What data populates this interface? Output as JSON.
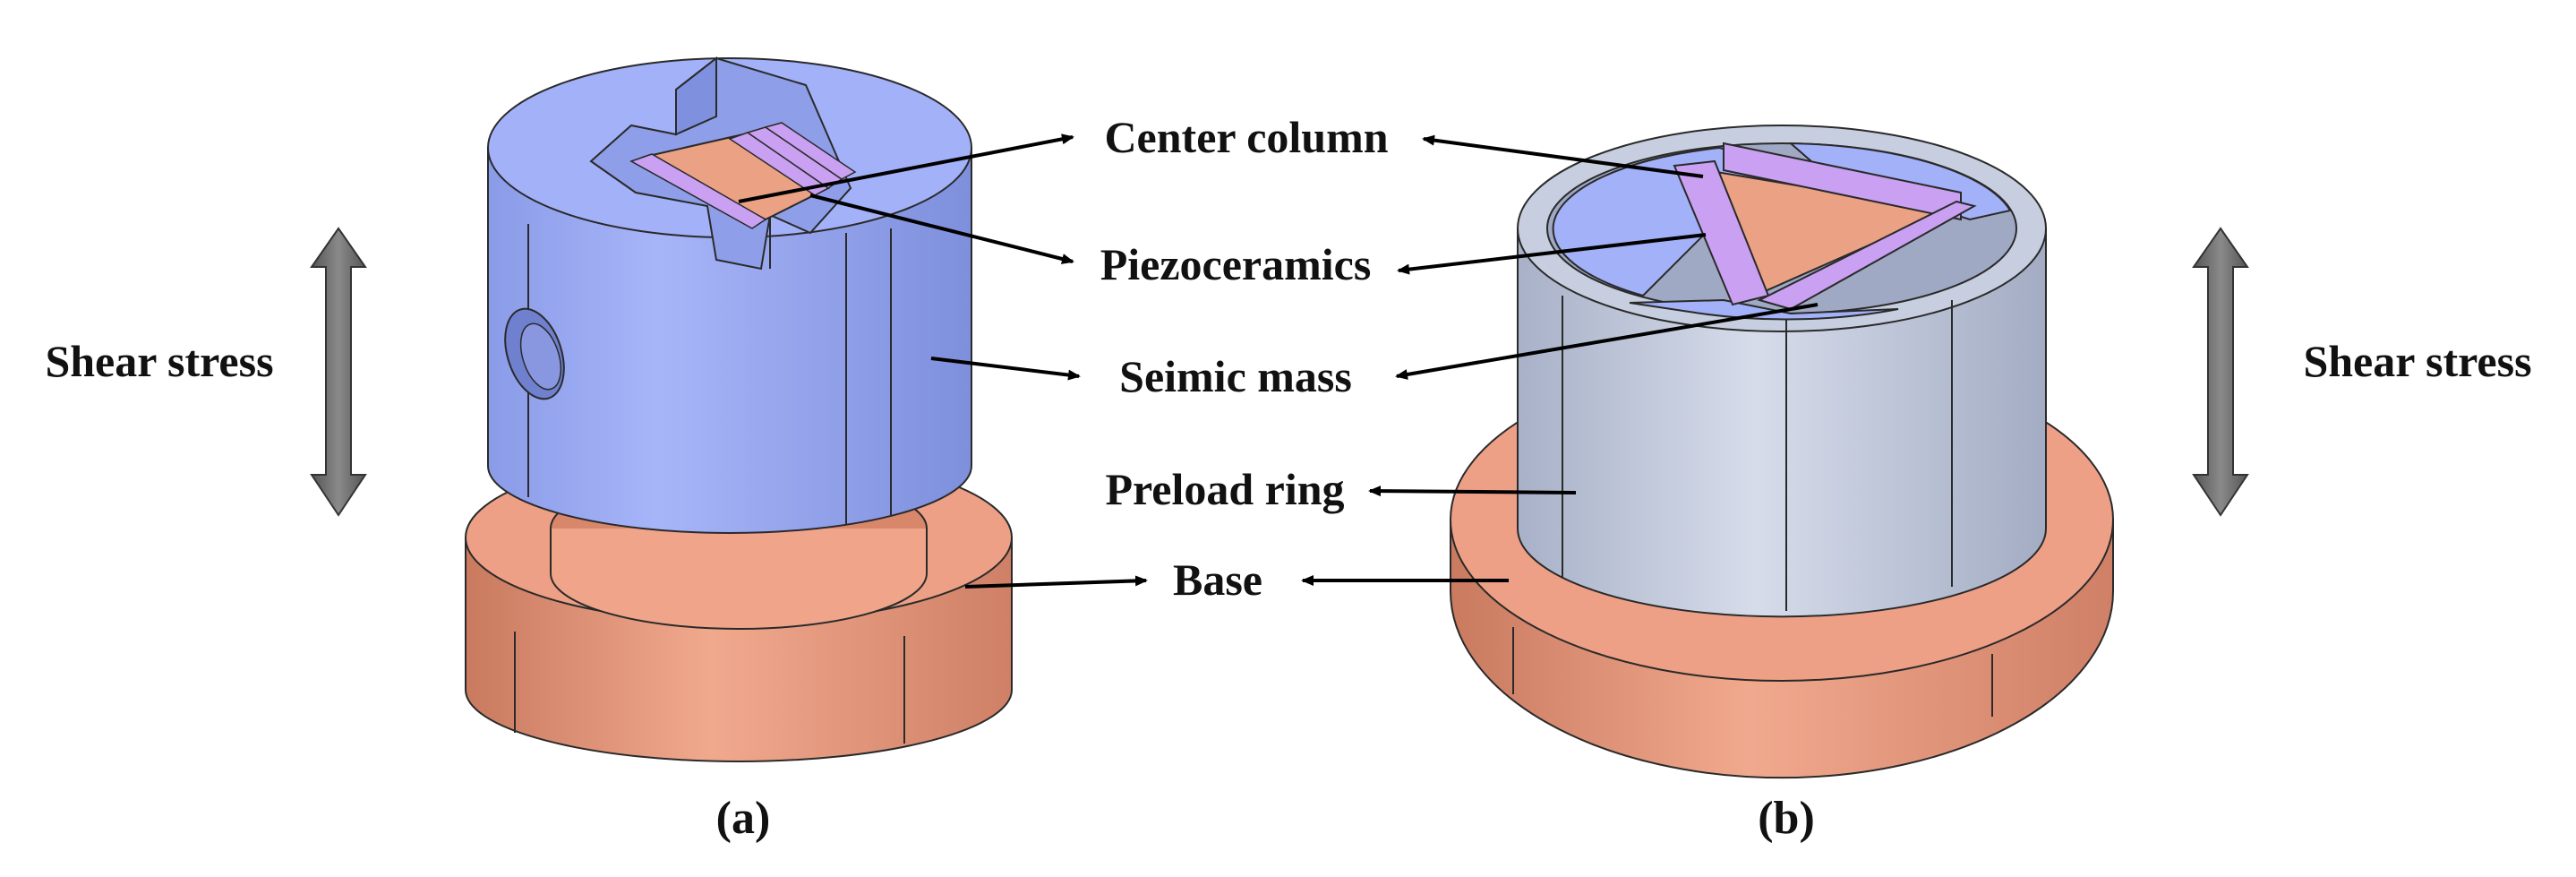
{
  "labels": {
    "shear_left": "Shear stress",
    "shear_right": "Shear stress",
    "center_column": "Center column",
    "piezoceramics": "Piezoceramics",
    "seismic_mass": "Seimic mass",
    "preload_ring": "Preload ring",
    "base": "Base",
    "caption_a": "(a)",
    "caption_b": "(b)"
  },
  "colors": {
    "mass_blue": "#A4B3F7",
    "mass_blue_dark": "#7E8FDC",
    "base_copper": "#E6987C",
    "base_copper_dark": "#C97A5F",
    "piezo_violet": "#C9A0F2",
    "ring_gray": "#C4CBDD",
    "arrow_gray": "#6E6E6E"
  }
}
